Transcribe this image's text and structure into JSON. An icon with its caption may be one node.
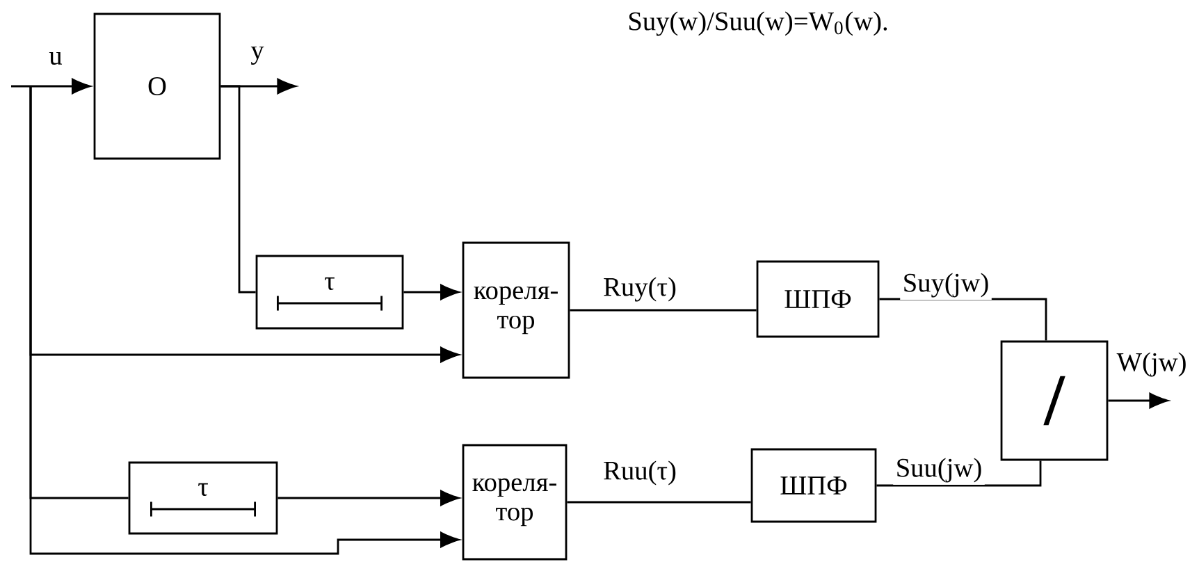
{
  "diagram": {
    "title": "Suy(w)/Suu(w)=W$_{0}$(w).",
    "nodes": [
      {
        "text": [
          "O"
        ]
      },
      {
        "text": [
          "τ"
        ]
      },
      {
        "text": [
          "кореля- тор"
        ]
      },
      {
        "text": [
          "ШПФ"
        ]
      },
      {
        "text": [
          "/"
        ]
      },
      {
        "text": [
          "τ"
        ]
      },
      {
        "text": [
          "кореля- тор"
        ]
      },
      {
        "text": [
          "ШПФ"
        ]
      }
    ],
    "edges": [
      {
        "from": null,
        "to": 0,
        "arrow": "to",
        "label": "u"
      },
      {
        "from": 0,
        "to": null,
        "arrow": "to",
        "label": "y"
      },
      {
        "from": 0,
        "to": 1,
        "arrow": "none"
      },
      {
        "from": 1,
        "to": 2,
        "arrow": "to"
      },
      {
        "from": null,
        "to": 2,
        "arrow": "to"
      },
      {
        "from": 2,
        "to": 3,
        "arrow": "none",
        "label": "Ruy(τ)"
      },
      {
        "from": 3,
        "to": 4,
        "arrow": "none",
        "label": "Suy(jw)"
      },
      {
        "from": 4,
        "to": null,
        "arrow": "to",
        "label": "W(jw)"
      },
      {
        "from": null,
        "to": 5,
        "arrow": "none"
      },
      {
        "from": 5,
        "to": 6,
        "arrow": "to"
      },
      {
        "from": null,
        "to": 6,
        "arrow": "to"
      },
      {
        "from": 6,
        "to": 7,
        "arrow": "none",
        "label": "Ruu(τ)"
      },
      {
        "from": 7,
        "to": 4,
        "arrow": "none",
        "label": "Suu(jw)"
      }
    ]
  }
}
